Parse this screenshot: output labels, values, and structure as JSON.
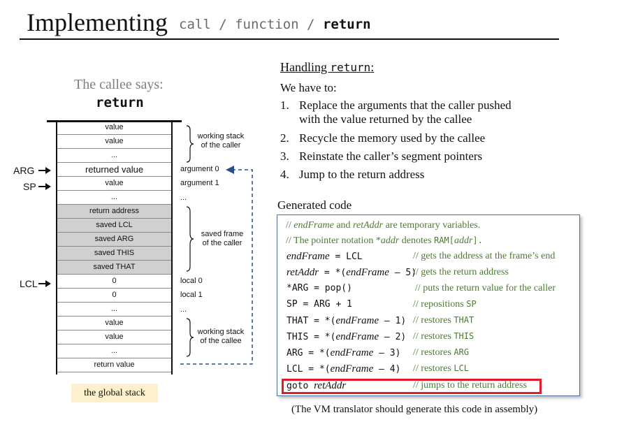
{
  "title": {
    "main": "Implementing",
    "sub_call": "call",
    "sub_sep1": " / ",
    "sub_function": "function",
    "sub_sep2": " / ",
    "sub_return": "return"
  },
  "callee": {
    "says": "The callee says:",
    "command": "return"
  },
  "stack_cells": [
    {
      "label": "value",
      "gray": false
    },
    {
      "label": "value",
      "gray": false
    },
    {
      "label": "...",
      "gray": false
    },
    {
      "label": "returned value",
      "gray": false
    },
    {
      "label": "value",
      "gray": false
    },
    {
      "label": "...",
      "gray": false
    },
    {
      "label": "return address",
      "gray": true
    },
    {
      "label": "saved LCL",
      "gray": true
    },
    {
      "label": "saved ARG",
      "gray": true
    },
    {
      "label": "saved THIS",
      "gray": true
    },
    {
      "label": "saved THAT",
      "gray": true
    },
    {
      "label": "0",
      "gray": false
    },
    {
      "label": "0",
      "gray": false
    },
    {
      "label": "...",
      "gray": false
    },
    {
      "label": "value",
      "gray": false
    },
    {
      "label": "value",
      "gray": false
    },
    {
      "label": "...",
      "gray": false
    },
    {
      "label": "return value",
      "gray": false
    }
  ],
  "pointers": {
    "arg": "ARG",
    "sp": "SP",
    "lcl": "LCL"
  },
  "right_labels": {
    "argument0": "argument 0",
    "argument1": "argument 1",
    "dots1": "...",
    "local0": "local 0",
    "local1": "local 1",
    "dots2": "..."
  },
  "braces": {
    "caller_stack": "working stack\nof the caller",
    "saved_frame": "saved frame\nof the caller",
    "callee_stack": "working stack\nof the callee"
  },
  "global_stack_label": "the global stack",
  "handling": {
    "prefix": "Handling ",
    "keyword": "return",
    "suffix": ":"
  },
  "we_have_to": "We have to:",
  "steps": [
    {
      "num": "1.",
      "text": "Replace the arguments that the caller pushed",
      "text2": "with the value returned by the callee"
    },
    {
      "num": "2.",
      "text": "Recycle the memory used by the callee"
    },
    {
      "num": "3.",
      "text": "Reinstate the caller’s segment pointers"
    },
    {
      "num": "4.",
      "text": "Jump to the return address"
    }
  ],
  "generated_code_label": "Generated code",
  "code": {
    "comment1_pre": "// ",
    "comment1_a": "endFrame",
    "comment1_b": " and ",
    "comment1_c": "retAddr",
    "comment1_d": " are temporary variables.",
    "comment2_pre": "// The pointer notation *",
    "comment2_a": "addr",
    "comment2_b": " denotes ",
    "comment2_c": "RAM[",
    "comment2_d": "addr",
    "comment2_e": "].",
    "lines": [
      {
        "code_pre": "",
        "code_it": "endFrame",
        "code_post": " = LCL",
        "comment_pre": "// gets the address at the frame’s end",
        "comment_mono": ""
      },
      {
        "code_pre": "",
        "code_it": "retAddr",
        "code_post": " = *(",
        "code_it2": "endFrame",
        "code_post2": " – 5)",
        "comment_pre": "// gets the return address",
        "comment_mono": ""
      },
      {
        "code_pre": "*ARG = pop()",
        "code_it": "",
        "code_post": "",
        "comment_pre": "// puts the return value for the caller",
        "comment_mono": ""
      },
      {
        "code_pre": "SP = ARG + 1",
        "code_it": "",
        "code_post": "",
        "comment_pre": "// repositions ",
        "comment_mono": "SP"
      },
      {
        "code_pre": "THAT = *(",
        "code_it": "endFrame",
        "code_post": " – 1)",
        "comment_pre": "// restores ",
        "comment_mono": "THAT"
      },
      {
        "code_pre": "THIS = *(",
        "code_it": "endFrame",
        "code_post": " – 2)",
        "comment_pre": "// restores ",
        "comment_mono": "THIS"
      },
      {
        "code_pre": "ARG = *(",
        "code_it": "endFrame",
        "code_post": " – 3)",
        "comment_pre": "// restores ",
        "comment_mono": "ARG"
      },
      {
        "code_pre": "LCL = *(",
        "code_it": "endFrame",
        "code_post": " – 4)",
        "comment_pre": "// restores ",
        "comment_mono": "LCL"
      },
      {
        "code_pre": "goto ",
        "code_it": "retAddr",
        "code_post": "",
        "comment_pre": "// jumps to the return address",
        "comment_mono": ""
      }
    ]
  },
  "vm_note": "(The VM translator should generate this code in assembly)",
  "colors": {
    "comment_green": "#4d7a33",
    "highlight_red": "#e01b2b",
    "gray_cell": "#d0d0d0",
    "global_stack_bg": "#fdf0cd",
    "code_border": "#4a6fa0"
  }
}
